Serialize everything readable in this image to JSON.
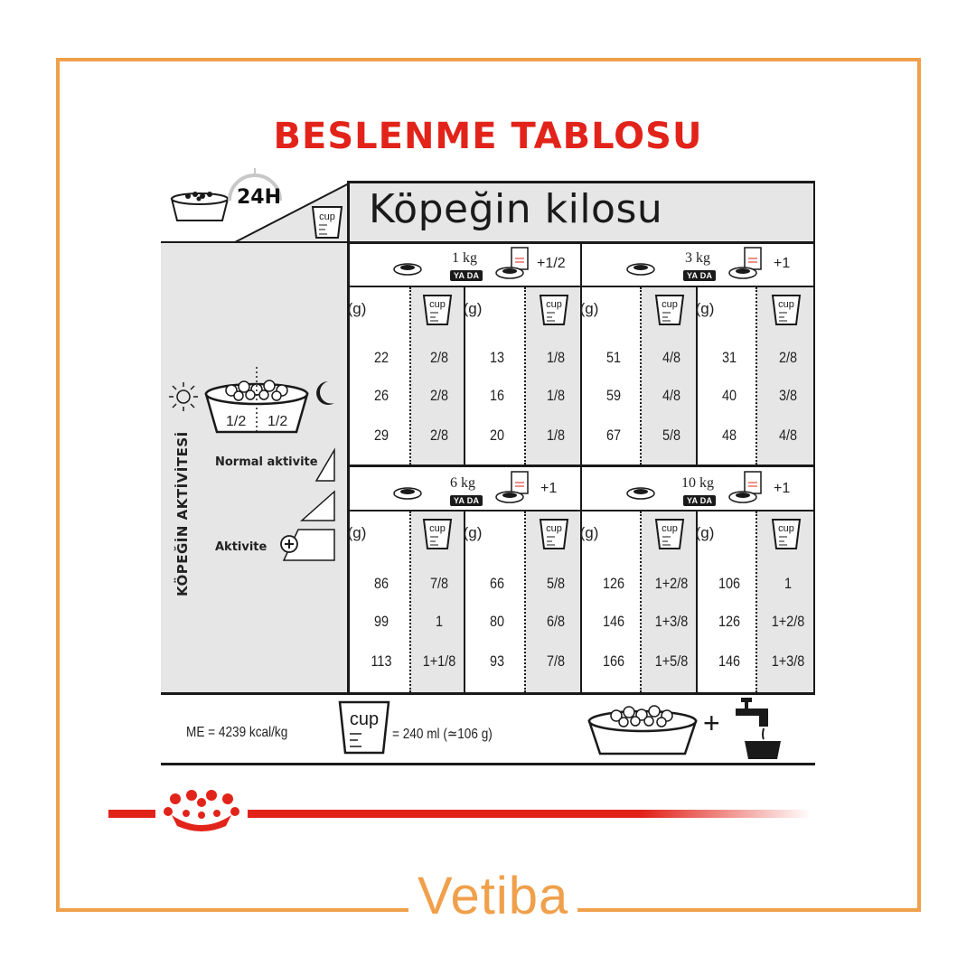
{
  "title": "BESLENME TABLOSU",
  "header": {
    "time_label": "24H",
    "weight_header": "Köpeğin kilosu"
  },
  "side": {
    "title": "KÖPEĞİN AKTİVİTESİ",
    "normal": "Normal aktivite",
    "active": "Aktivite",
    "half": "1/2"
  },
  "columns": {
    "gram_label": "(g)",
    "cup_label": "cup"
  },
  "or_label": "YA DA",
  "weights": [
    {
      "weight": "1 kg",
      "pouch": "+1/2",
      "rows": [
        [
          "22",
          "2/8",
          "13",
          "1/8"
        ],
        [
          "26",
          "2/8",
          "16",
          "1/8"
        ],
        [
          "29",
          "2/8",
          "20",
          "1/8"
        ]
      ]
    },
    {
      "weight": "3 kg",
      "pouch": "+1",
      "rows": [
        [
          "51",
          "4/8",
          "31",
          "2/8"
        ],
        [
          "59",
          "4/8",
          "40",
          "3/8"
        ],
        [
          "67",
          "5/8",
          "48",
          "4/8"
        ]
      ]
    },
    {
      "weight": "6 kg",
      "pouch": "+1",
      "rows": [
        [
          "86",
          "7/8",
          "66",
          "5/8"
        ],
        [
          "99",
          "1",
          "80",
          "6/8"
        ],
        [
          "113",
          "1+1/8",
          "93",
          "7/8"
        ]
      ]
    },
    {
      "weight": "10 kg",
      "pouch": "+1",
      "rows": [
        [
          "126",
          "1+2/8",
          "106",
          "1"
        ],
        [
          "146",
          "1+3/8",
          "126",
          "1+2/8"
        ],
        [
          "166",
          "1+5/8",
          "146",
          "1+3/8"
        ]
      ]
    }
  ],
  "footer": {
    "me": "ME = 4239 kcal/kg",
    "cup_eq": "= 240 ml (≃106 g)",
    "plus": "+"
  },
  "brand": {
    "logo": "Vetiba"
  },
  "colors": {
    "red": "#e2231a",
    "orange": "#f0a04b",
    "gray": "#e6e6e6"
  }
}
